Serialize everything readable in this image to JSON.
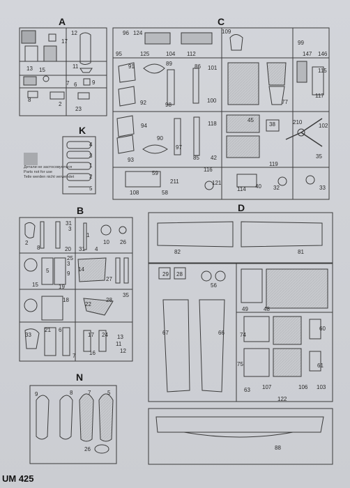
{
  "sections": {
    "A": {
      "label": "A",
      "parts": [
        "12",
        "17",
        "13",
        "15",
        "11",
        "7",
        "6",
        "9",
        "2",
        "23",
        "8"
      ]
    },
    "C": {
      "label": "C",
      "parts": [
        "96",
        "124",
        "95",
        "125",
        "104",
        "112",
        "109",
        "99",
        "147",
        "146",
        "91",
        "89",
        "86",
        "101",
        "92",
        "98",
        "100",
        "115",
        "117",
        "77",
        "94",
        "90",
        "118",
        "45",
        "38",
        "210",
        "102",
        "97",
        "93",
        "85",
        "42",
        "35",
        "59",
        "211",
        "116",
        "119",
        "108",
        "58",
        "121",
        "114",
        "40",
        "32",
        "33"
      ]
    },
    "K": {
      "label": "K",
      "parts": [
        "4",
        "3",
        "1",
        "2",
        "5"
      ]
    },
    "B": {
      "label": "B",
      "parts": [
        "31",
        "3",
        "10",
        "26",
        "2",
        "8",
        "20",
        "31",
        "4",
        "1",
        "25",
        "14",
        "27",
        "3",
        "5",
        "9",
        "15",
        "19",
        "18",
        "35",
        "22",
        "28",
        "33",
        "21",
        "6",
        "17",
        "24",
        "13",
        "11",
        "12",
        "16",
        "7"
      ]
    },
    "D": {
      "label": "D",
      "parts": [
        "82",
        "81",
        "29",
        "28",
        "56",
        "49",
        "48",
        "67",
        "66",
        "74",
        "60",
        "75",
        "61",
        "63",
        "107",
        "106",
        "103",
        "122",
        "88"
      ]
    },
    "N": {
      "label": "N",
      "parts": [
        "9",
        "8",
        "7",
        "5",
        "26"
      ]
    }
  },
  "legend": {
    "line1": "Детали не застосовуються",
    "line2": "Parts not for use",
    "line3": "Teile werden nicht verwendet"
  },
  "footer": {
    "code": "UM 425"
  }
}
